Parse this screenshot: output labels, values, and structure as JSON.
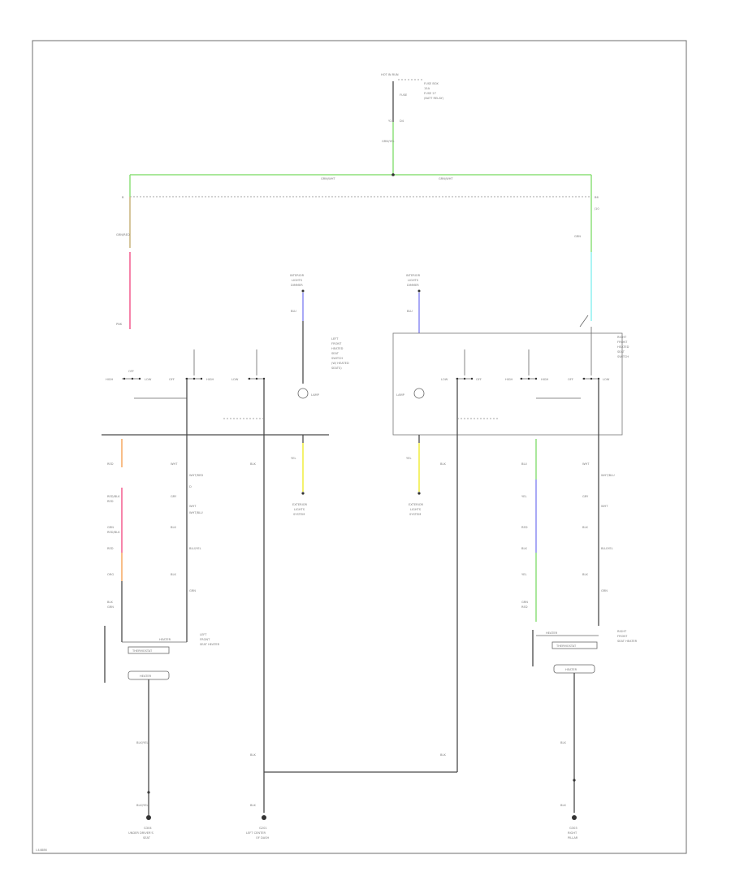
{
  "colors": {
    "green": "#8ee07a",
    "pink": "#f25a8e",
    "orange": "#f6a861",
    "cyan": "#8ff0f0",
    "blue": "#8c8cf2",
    "yellow": "#f0ec3c",
    "tan": "#c9b27a",
    "wire": "#4a4a4a"
  },
  "top_supply": {
    "label": "HOT IN RUN",
    "fuse": "FUSE",
    "fuse_detail_lines": [
      "FUSE BOX",
      "15A",
      "FUSE 27",
      "(BATT RELAY)"
    ],
    "wire_a": "Y2",
    "wire_b": "D4",
    "wire_color": "GRN/YEL"
  },
  "bus": {
    "left_label": "GRN/WHT",
    "right_label": "GRN/WHT",
    "left_conn": "B",
    "right_conn": "B6",
    "right_conn2": "J10"
  },
  "left_switch": {
    "title_lines": [
      "LEFT",
      "FRONT",
      "HEATED",
      "SEAT",
      "SWITCH",
      "(W/ HEATED",
      "SEATS)"
    ],
    "pin_labels": [
      "HIGH",
      "OFF",
      "LOW",
      "OFF",
      "HIGH",
      "LOW"
    ],
    "lamp_label": "LAMP"
  },
  "right_switch": {
    "title_lines": [
      "RIGHT",
      "FRONT",
      "HEATED",
      "SEAT",
      "SWITCH"
    ],
    "pin_labels": [
      "LOW",
      "OFF",
      "HIGH",
      "HIGH",
      "OFF",
      "LOW"
    ],
    "lamp_label": "LAMP"
  },
  "dimmer_left": {
    "lines": [
      "INTERIOR",
      "LIGHTS",
      "DIMMER"
    ],
    "wire": "BLU"
  },
  "dimmer_right": {
    "lines": [
      "INTERIOR",
      "LIGHTS",
      "DIMMER"
    ],
    "wire": "BLU"
  },
  "lighting_left": {
    "lines": [
      "EXTERIOR",
      "LIGHTS",
      "SYSTEM"
    ],
    "wire": "YEL"
  },
  "lighting_right": {
    "lines": [
      "EXTERIOR",
      "LIGHTS",
      "SYSTEM"
    ],
    "wire": "YEL"
  },
  "left_column_labels": [
    "GRN/RED",
    "RED",
    "RED/BLK",
    "RED",
    "PNK",
    "GRN",
    "RED/BLK",
    "RED",
    "ORG",
    "BLK",
    "GRN"
  ],
  "mid_column_labels": [
    "WHT",
    "WHT/RED",
    "D",
    "GRY",
    "WHT",
    "WHT/BLU",
    "BLK",
    "BLU/YEL",
    "BLK",
    "GRN"
  ],
  "right_column_labels": [
    "GRN",
    "BLU",
    "YEL",
    "RED",
    "BLK",
    "YEL",
    "GRN",
    "RED",
    "GRN"
  ],
  "right_mid_column_labels": [
    "WHT",
    "WHT/BLU",
    "GRY",
    "WHT",
    "BLK",
    "BLU/YEL",
    "BLK",
    "GRN"
  ],
  "left_heater": {
    "title_lines": [
      "LEFT",
      "FRONT",
      "SEAT HEATER"
    ],
    "thermostat": "THERMOSTAT",
    "element": "HEATER",
    "heater_label": "HEATER"
  },
  "right_heater": {
    "title_lines": [
      "RIGHT",
      "FRONT",
      "SEAT HEATER"
    ],
    "thermostat": "THERMOSTAT",
    "element": "HEATER",
    "heater_label": "HEATER"
  },
  "grounds": [
    {
      "wire": "BLK/YEL",
      "lines": [
        "G304",
        "UNDER DRIVER'S",
        "SEAT"
      ]
    },
    {
      "wire": "BLK",
      "lines": [
        "G201",
        "LEFT CENTER",
        "OF DASH"
      ]
    },
    {
      "wire": "BLK",
      "lines": [
        "G303",
        "RIGHT",
        "PILLAR"
      ]
    }
  ],
  "corner_code": "I-44886"
}
